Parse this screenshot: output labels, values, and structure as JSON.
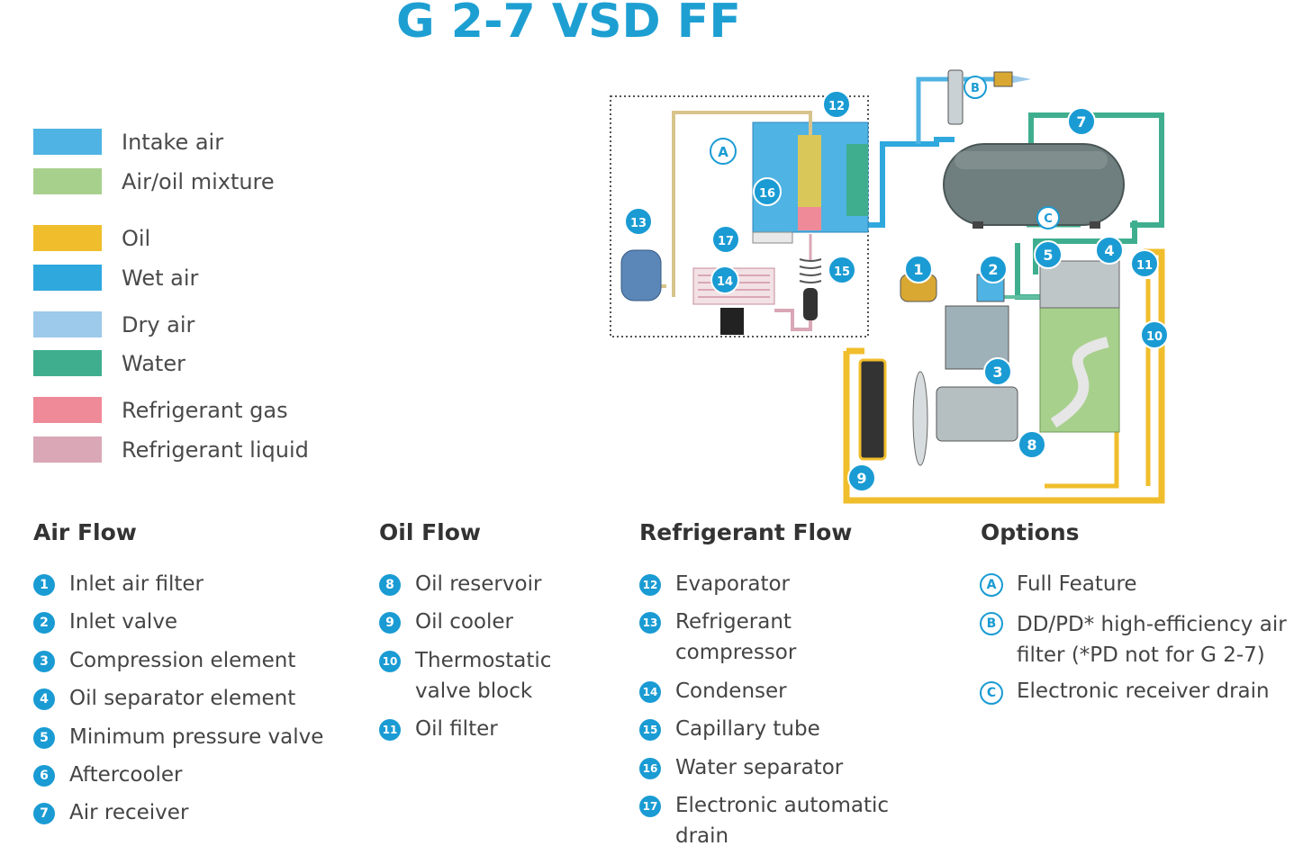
{
  "title": "G 2-7 VSD FF",
  "colors": {
    "intake_air": "#4fb3e3",
    "air_oil": "#a8d08d",
    "oil": "#f0be2c",
    "wet_air": "#2fa8de",
    "dry_air": "#9dc9ea",
    "water": "#3fae8f",
    "ref_gas": "#ef8a98",
    "ref_liquid": "#d9a7b6",
    "badge": "#1a9bd3"
  },
  "legend": [
    {
      "label": "Intake air",
      "color_key": "intake_air"
    },
    {
      "label": "Air/oil mixture",
      "color_key": "air_oil"
    },
    {
      "label": "Oil",
      "color_key": "oil"
    },
    {
      "label": "Wet air",
      "color_key": "wet_air"
    },
    {
      "label": "Dry air",
      "color_key": "dry_air"
    },
    {
      "label": "Water",
      "color_key": "water"
    },
    {
      "label": "Refrigerant gas",
      "color_key": "ref_gas"
    },
    {
      "label": "Refrigerant liquid",
      "color_key": "ref_liquid"
    }
  ],
  "sections": {
    "air_flow": {
      "title": "Air Flow",
      "items": [
        {
          "num": "1",
          "label": "Inlet air filter"
        },
        {
          "num": "2",
          "label": "Inlet valve"
        },
        {
          "num": "3",
          "label": "Compression element"
        },
        {
          "num": "4",
          "label": "Oil separator element"
        },
        {
          "num": "5",
          "label": "Minimum pressure valve"
        },
        {
          "num": "6",
          "label": "Aftercooler"
        },
        {
          "num": "7",
          "label": "Air receiver"
        }
      ]
    },
    "oil_flow": {
      "title": "Oil Flow",
      "items": [
        {
          "num": "8",
          "label": "Oil reservoir"
        },
        {
          "num": "9",
          "label": "Oil cooler"
        },
        {
          "num": "10",
          "label": "Thermostatic",
          "label2": "valve block"
        },
        {
          "num": "11",
          "label": "Oil filter"
        }
      ]
    },
    "refrigerant_flow": {
      "title": "Refrigerant Flow",
      "items": [
        {
          "num": "12",
          "label": "Evaporator"
        },
        {
          "num": "13",
          "label": "Refrigerant",
          "label2": "compressor"
        },
        {
          "num": "14",
          "label": "Condenser"
        },
        {
          "num": "15",
          "label": "Capillary tube"
        },
        {
          "num": "16",
          "label": "Water separator"
        },
        {
          "num": "17",
          "label": "Electronic automatic",
          "label2": "drain"
        }
      ]
    },
    "options": {
      "title": "Options",
      "items": [
        {
          "num": "A",
          "label": "Full Feature"
        },
        {
          "num": "B",
          "label": "DD/PD* high-efficiency air",
          "label2": "filter (*PD not for G 2-7)"
        },
        {
          "num": "C",
          "label": "Electronic receiver drain"
        }
      ]
    }
  },
  "diagram_badges": [
    "1",
    "2",
    "3",
    "4",
    "5",
    "7",
    "8",
    "9",
    "10",
    "11",
    "12",
    "13",
    "14",
    "15",
    "16",
    "17"
  ],
  "diagram_letters": [
    "A",
    "B",
    "C"
  ]
}
